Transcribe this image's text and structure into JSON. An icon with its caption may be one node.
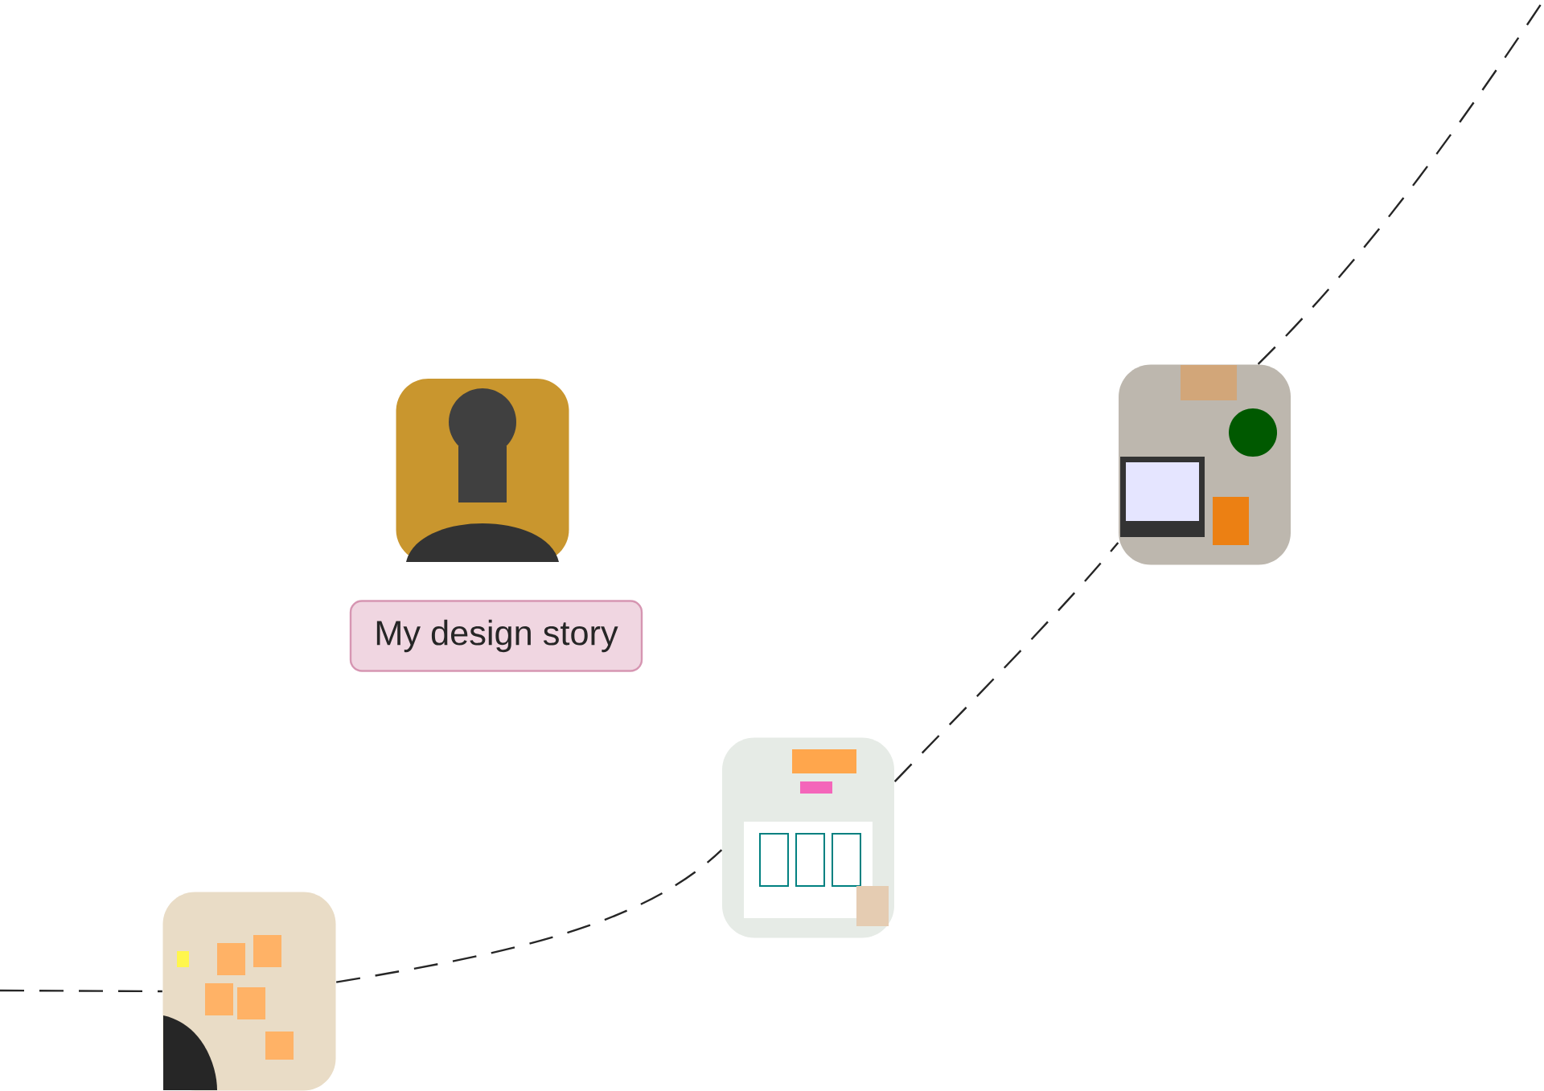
{
  "diagram": {
    "nodes": [
      {
        "text": [],
        "shape": "picture"
      },
      {
        "text": [
          "My design story"
        ]
      },
      {
        "text": [],
        "shape": "picture"
      },
      {
        "text": [],
        "shape": "picture"
      },
      {
        "text": [],
        "shape": "picture"
      }
    ],
    "edges": [
      {
        "from": null,
        "to": 2,
        "arrow": "none",
        "style": "dashed"
      },
      {
        "from": 2,
        "to": 3,
        "arrow": "none",
        "style": "dashed"
      },
      {
        "from": 3,
        "to": 4,
        "arrow": "none",
        "style": "dashed"
      },
      {
        "from": 4,
        "to": null,
        "arrow": "none",
        "style": "dashed"
      }
    ]
  }
}
